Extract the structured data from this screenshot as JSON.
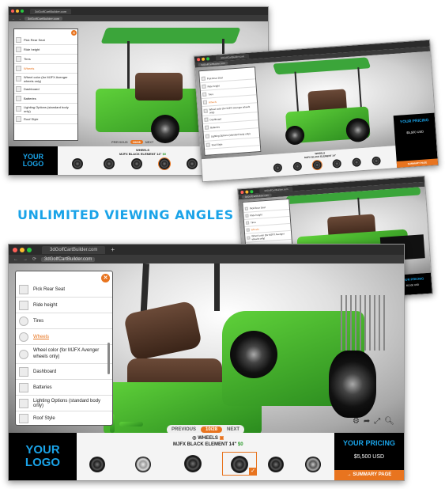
{
  "headline": "UNLIMITED VIEWING ANGLES",
  "browser": {
    "tab_title": "3dGolfCartBuilder.com",
    "url": "3dGolfCartBuilder.com"
  },
  "menu": {
    "items": [
      {
        "label": "Pick Rear Seat",
        "active": false
      },
      {
        "label": "Ride height",
        "active": false
      },
      {
        "label": "Tires",
        "active": false
      },
      {
        "label": "Wheels",
        "active": true
      },
      {
        "label": "Wheel color (for MJFX Avenger wheels only)",
        "active": false
      },
      {
        "label": "Dashboard",
        "active": false
      },
      {
        "label": "Batteries",
        "active": false
      },
      {
        "label": "Lighting Options (standard body only)",
        "active": false
      },
      {
        "label": "Roof Style",
        "active": false
      }
    ],
    "close_glyph": "✕"
  },
  "navigation": {
    "previous": "PREVIOUS",
    "page": "10/28",
    "next": "NEXT"
  },
  "option": {
    "category": "WHEELS",
    "selected_name": "MJFX BLACK ELEMENT 14\"",
    "selected_price": "$0"
  },
  "logo": {
    "line1": "YOUR",
    "line2": "LOGO"
  },
  "pricing": {
    "title": "YOUR PRICING",
    "price": "$5,500 USD",
    "summary_label": "SUMMARY PAGE"
  },
  "colors": {
    "accent": "#e8741f",
    "brand_blue": "#1aa3e8",
    "body_green": "#3ba53a"
  },
  "icons": [
    "settings-icon",
    "share-icon",
    "fullscreen-icon",
    "zoom-icon",
    "close-icon",
    "checkmark-icon"
  ]
}
